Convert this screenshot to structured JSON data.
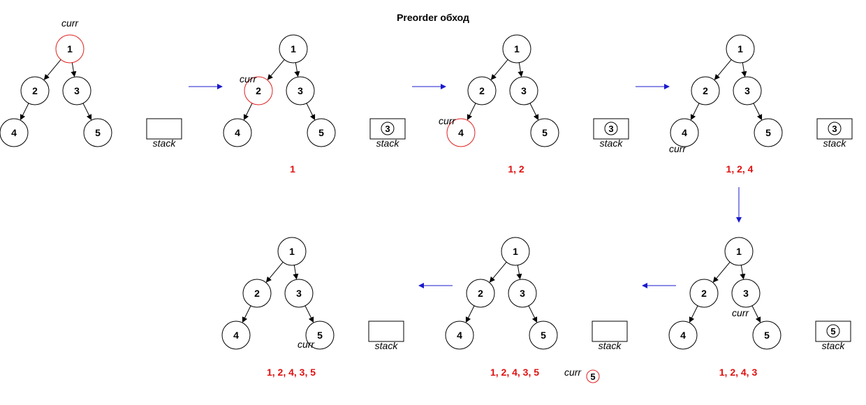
{
  "title": "Preorder обход",
  "colors": {
    "node_stroke": "#000000",
    "current_stroke": "#e02020",
    "output_text": "#e01010",
    "step_arrow": "#1a1acd",
    "edge": "#000000"
  },
  "tree": {
    "nodes": [
      "1",
      "2",
      "3",
      "4",
      "5"
    ],
    "edges": [
      [
        "1",
        "2"
      ],
      [
        "1",
        "3"
      ],
      [
        "2",
        "4"
      ],
      [
        "3",
        "5"
      ]
    ]
  },
  "curr_text": "curr",
  "stack_text": "stack",
  "steps": [
    {
      "current": "1",
      "stack": [],
      "output": "",
      "curr_label": "curr"
    },
    {
      "current": "2",
      "stack": [
        "3"
      ],
      "output": "1",
      "curr_label": "curr"
    },
    {
      "current": "4",
      "stack": [
        "3"
      ],
      "output": "1, 2",
      "curr_label": "curr"
    },
    {
      "current": "",
      "stack": [
        "3"
      ],
      "output": "1, 2, 4",
      "curr_label": "curr"
    },
    {
      "current": "",
      "stack": [
        "5"
      ],
      "output": "1, 2, 4, 3",
      "curr_label": "curr"
    },
    {
      "current": "5",
      "stack": [],
      "output": "1, 2, 4, 3, 5",
      "curr_label": "curr"
    },
    {
      "current": "",
      "stack": [],
      "output": "1, 2, 4, 3, 5",
      "curr_label": "curr"
    }
  ]
}
